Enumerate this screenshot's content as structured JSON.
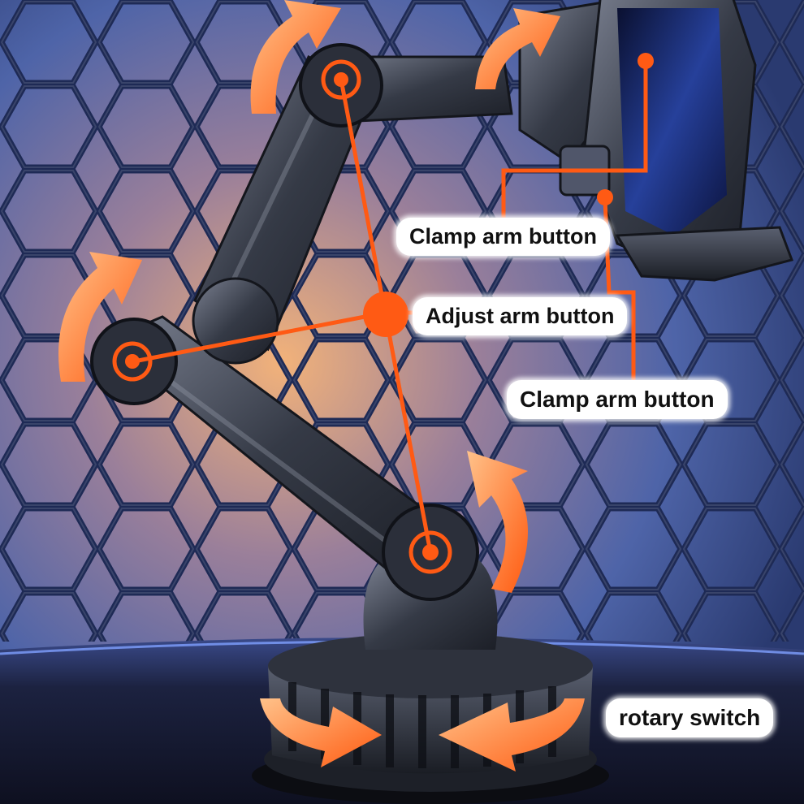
{
  "labels": {
    "clamp_arm_top": "Clamp arm button",
    "adjust_arm": "Adjust arm button",
    "clamp_arm_bottom": "Clamp arm button",
    "rotary": "rotary switch"
  },
  "colors": {
    "accent": "#ff5a14",
    "arrow": "#ff7a2a",
    "hex_glow_warm": "#f0a060",
    "hex_glow_cool": "#4f6fc0",
    "metal_dark": "#2b2f3a",
    "metal_light": "#6a7080",
    "label_bg": "#ffffff"
  },
  "icons": [
    "rotation-arrow-icon",
    "rotation-arrow-icon",
    "rotation-arrow-icon",
    "rotation-arrow-icon",
    "rotation-arrow-icon",
    "pivot-marker-icon"
  ]
}
